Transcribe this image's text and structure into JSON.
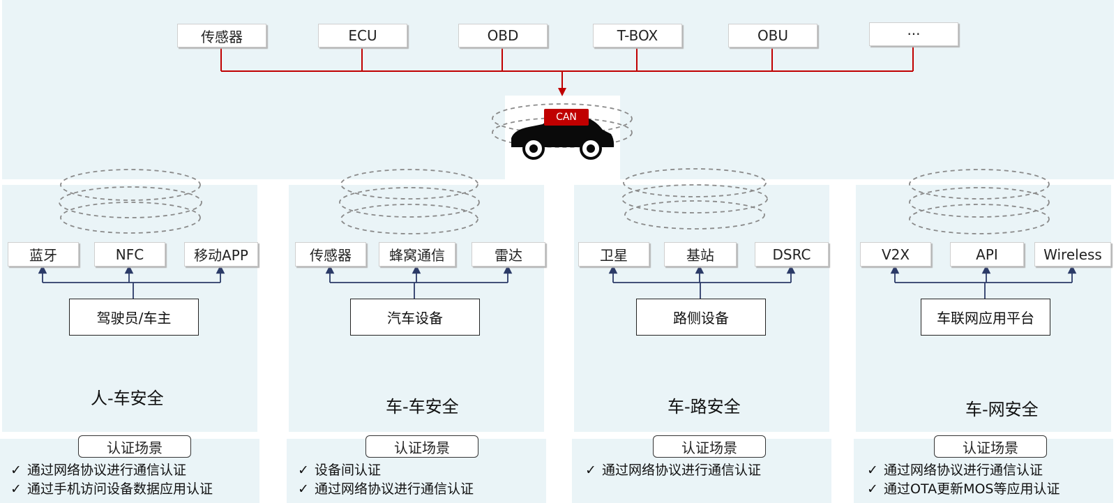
{
  "top_components": [
    "传感器",
    "ECU",
    "OBD",
    "T-BOX",
    "OBU",
    "···"
  ],
  "car": {
    "label": "CAN",
    "colors": {
      "body": "#0a0a0a",
      "can": "#c00000"
    }
  },
  "colors": {
    "panel": "#eaf4f7",
    "bus": "#c00000",
    "arrow": "#2b3a67",
    "ring": "#8a8a8a"
  },
  "panels": [
    {
      "channels": [
        "蓝牙",
        "NFC",
        "移动APP"
      ],
      "actor": "驾驶员/车主",
      "title": "人-车安全",
      "auth_title": "认证场景",
      "bullets": [
        "通过网络协议进行通信认证",
        "通过手机访问设备数据应用认证"
      ]
    },
    {
      "channels": [
        "传感器",
        "蜂窝通信",
        "雷达"
      ],
      "actor": "汽车设备",
      "title": "车-车安全",
      "auth_title": "认证场景",
      "bullets": [
        "设备间认证",
        "通过网络协议进行通信认证"
      ]
    },
    {
      "channels": [
        "卫星",
        "基站",
        "DSRC"
      ],
      "actor": "路侧设备",
      "title": "车-路安全",
      "auth_title": "认证场景",
      "bullets": [
        "通过网络协议进行通信认证"
      ]
    },
    {
      "channels": [
        "V2X",
        "API",
        "Wireless"
      ],
      "actor": "车联网应用平台",
      "title": "车-网安全",
      "auth_title": "认证场景",
      "bullets": [
        "通过网络协议进行通信认证",
        "通过OTA更新MOS等应用认证"
      ]
    }
  ],
  "check_mark": "✓"
}
